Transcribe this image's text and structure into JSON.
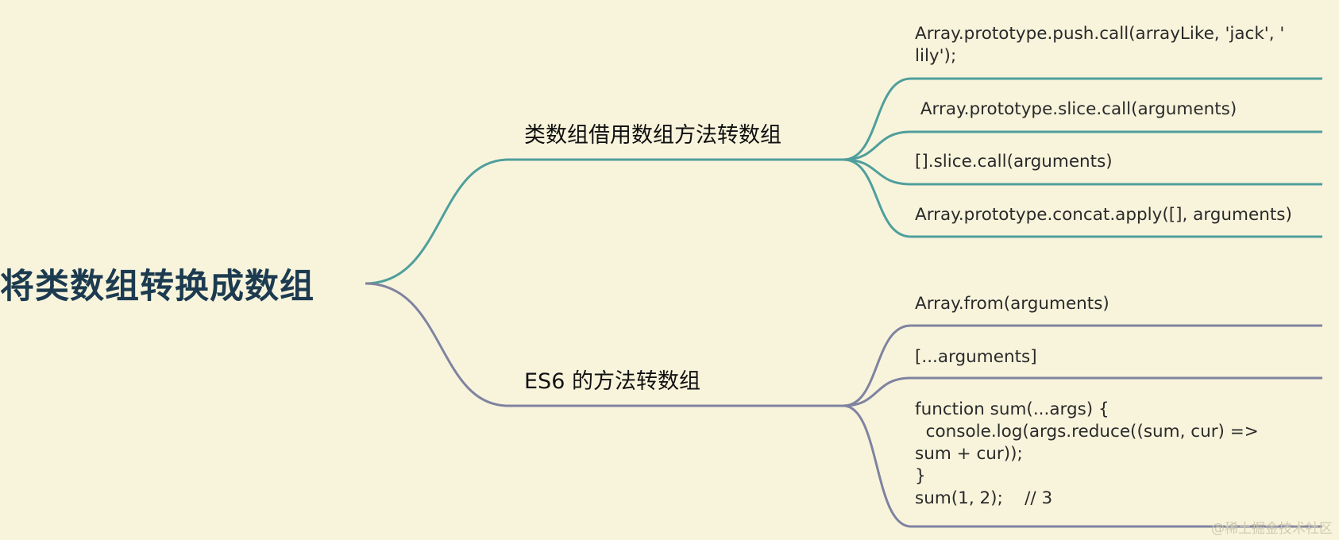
{
  "root": {
    "label": "将类数组转换成数组"
  },
  "branches": [
    {
      "label": "类数组借用数组方法转数组",
      "color": "#4f9f9c",
      "leaves": [
        "Array.prototype.push.call(arrayLike, 'jack', '\nlily');",
        " Array.prototype.slice.call(arguments)",
        "[].slice.call(arguments)",
        "Array.prototype.concat.apply([], arguments)"
      ]
    },
    {
      "label": "ES6 的方法转数组",
      "color": "#7f83a0",
      "leaves": [
        "Array.from(arguments)",
        "[...arguments]",
        "function sum(...args) {\n  console.log(args.reduce((sum, cur) =>\nsum + cur));\n}\nsum(1, 2);    // 3"
      ]
    }
  ],
  "watermark": "@稀土掘金技术社区"
}
